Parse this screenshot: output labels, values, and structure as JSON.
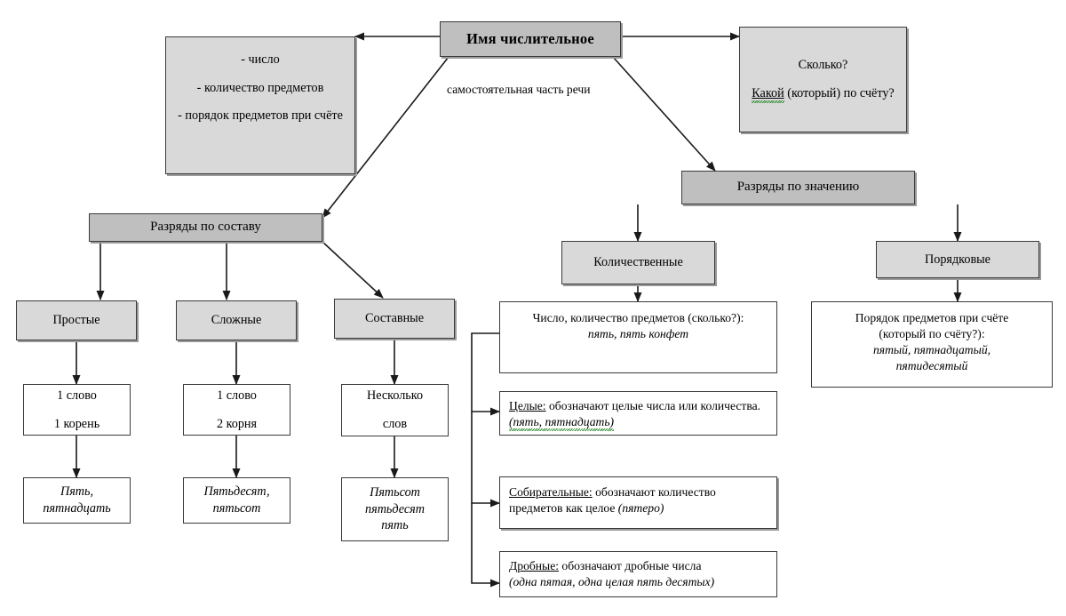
{
  "diagram": {
    "title": "Имя числительное",
    "subtitle_label": "самостоятельная часть речи",
    "meaning_box": {
      "line1": "- число",
      "line2": "- количество предметов",
      "line3": "- порядок предметов при счёте"
    },
    "question_box": {
      "line1": "Сколько?",
      "line2_underlined": "Какой",
      "line2_rest": " (который) по счёту?"
    },
    "branch_composition": {
      "header": "Разряды по составу",
      "children": [
        {
          "label": "Простые",
          "detail_line1": "1 слово",
          "detail_line2": "1 корень",
          "example_line1": "Пять,",
          "example_line2": "пятнадцать"
        },
        {
          "label": "Сложные",
          "detail_line1": "1 слово",
          "detail_line2": "2 корня",
          "example_line1": "Пятьдесят,",
          "example_line2": "пятьсот"
        },
        {
          "label": "Составные",
          "detail_line1": "Несколько",
          "detail_line2": "слов",
          "example_line1": "Пятьсот",
          "example_line2": "пятьдесят",
          "example_line3": "пять"
        }
      ]
    },
    "branch_meaning": {
      "header": "Разряды по значению",
      "quantitative": {
        "label": "Количественные",
        "definition_line1": "Число, количество предметов (сколько?):",
        "definition_line2_italic": "пять, пять конфет",
        "subtypes": [
          {
            "term": "Целые:",
            "text": "  обозначают целые числа или количества.",
            "example_italic": " (пять, пятнадцать)"
          },
          {
            "term": "Собирательные:",
            "text": "  обозначают количество предметов как целое",
            "example_italic": " (пятеро)"
          },
          {
            "term": "Дробные:",
            "text": "  обозначают дробные числа",
            "example_italic": "(одна пятая, одна целая пять десятых)"
          }
        ]
      },
      "ordinal": {
        "label": "Порядковые",
        "definition_line1": "Порядок предметов при счёте",
        "definition_line2": "(который по счёту?):",
        "example_line1_italic": "пятый, пятнадцатый,",
        "example_line2_italic": "пятидесятый"
      }
    },
    "colors": {
      "header_fill": "#BFBFBF",
      "node_fill": "#D9D9D9",
      "leaf_fill": "#FFFFFF",
      "border": "#3A3A3A",
      "shadow": "#9A9A9A",
      "spellcheck_underline": "#2E8B2E"
    }
  }
}
